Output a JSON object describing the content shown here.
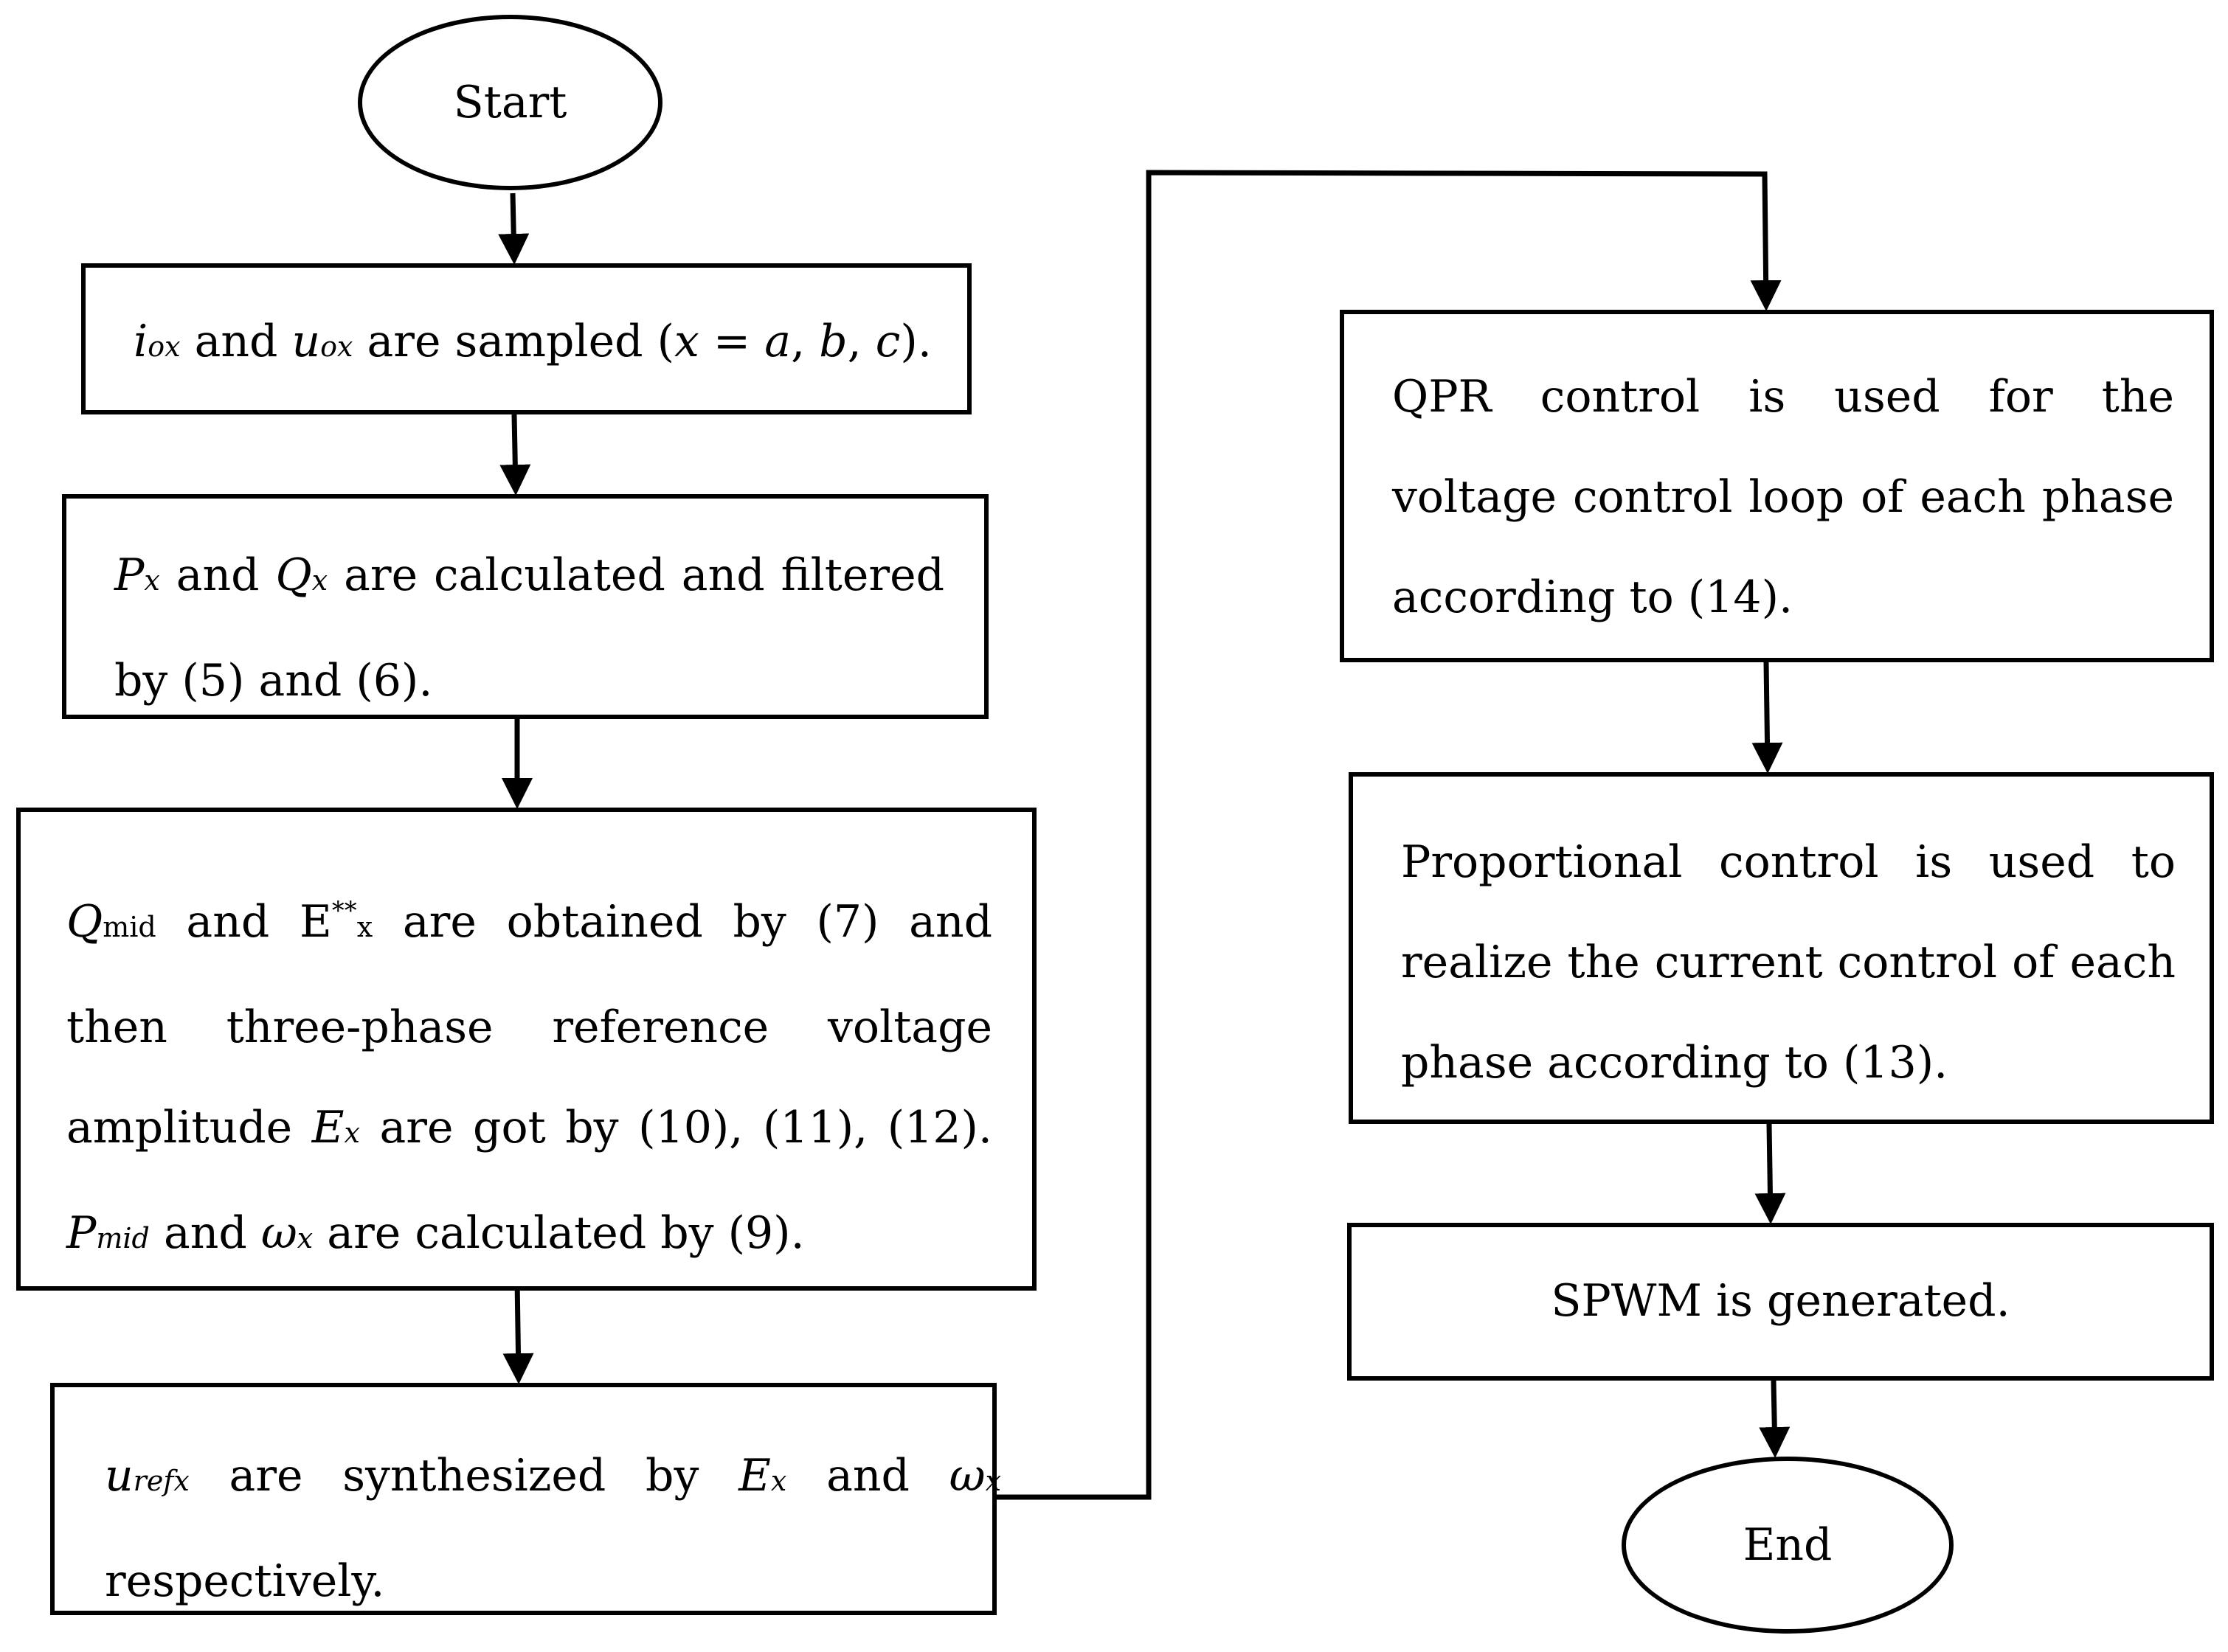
{
  "nodes": {
    "start": {
      "label": "Start"
    },
    "n1": {
      "io": "i",
      "io_sub": "ox",
      "t1": " and ",
      "uo": "u",
      "uo_sub": "ox",
      "t2": " are sampled (",
      "x": "x",
      "eq": " = ",
      "a": "a",
      "c1": ", ",
      "b": "b",
      "c2": ", ",
      "c": "c",
      "t3": ")."
    },
    "n2": {
      "p": "P",
      "p_sub": "x",
      "t1": " and ",
      "q": "Q",
      "q_sub": "x",
      "t2": " are calculated and filtered by (5) and (6)."
    },
    "n3": {
      "q": "Q",
      "q_sub": "mid",
      "t1": " and E",
      "e_sup": "**",
      "e_sub": "x",
      "t2": " are obtained by (7) and then three-phase reference voltage amplitude ",
      "e": "E",
      "e2_sub": "x",
      "t3": " are got by (10), (11), (12). ",
      "p": "P",
      "p_sub": "mid",
      "t4": " and ",
      "w": "ω",
      "w_sub": "x",
      "t5": " are calculated by (9)."
    },
    "n4": {
      "u": "u",
      "u_sub": "refx",
      "t1": " are synthesized by ",
      "e": "E",
      "e_sub": "x",
      "t2": " and ",
      "w": "ω",
      "w_sub": "x",
      "t3": " respectively."
    },
    "n5": {
      "text": "QPR control is used for the voltage control loop of each phase according to (14)."
    },
    "n6": {
      "text": "Proportional control is used to realize the current control of each phase according to (13)."
    },
    "n7": {
      "text": "SPWM is generated."
    },
    "end": {
      "label": "End"
    }
  }
}
